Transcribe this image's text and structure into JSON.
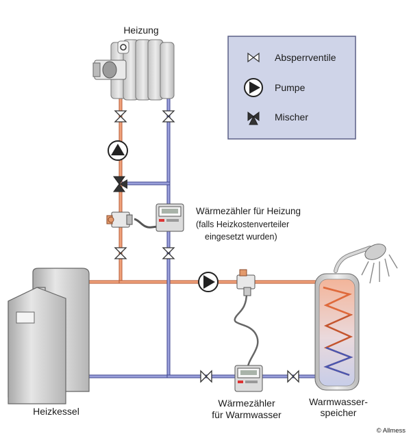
{
  "labels": {
    "heating": "Heizung",
    "boiler": "Heizkessel",
    "meter_heating_title": "Wärmezähler für Heizung",
    "meter_heating_note_1": "(falls Heizkostenverteiler",
    "meter_heating_note_2": "eingesetzt wurden)",
    "meter_water_line_1": "Wärmezähler",
    "meter_water_line_2": "für Warmwasser",
    "tank_line_1": "Warmwasser-",
    "tank_line_2": "speicher",
    "copyright": "© Allmess"
  },
  "legend": {
    "items": [
      {
        "icon": "valve-icon",
        "label": "Absperrventile"
      },
      {
        "icon": "pump-icon",
        "label": "Pumpe"
      },
      {
        "icon": "mixer-icon",
        "label": "Mischer"
      }
    ]
  },
  "colors": {
    "hot_pipe": "#e8895a",
    "cold_pipe": "#7b80c8",
    "legend_bg": "#cfd4e8",
    "legend_border": "#5a5f86",
    "boiler_body": "#cfcfcf",
    "radiator": "#d6d6d6"
  }
}
